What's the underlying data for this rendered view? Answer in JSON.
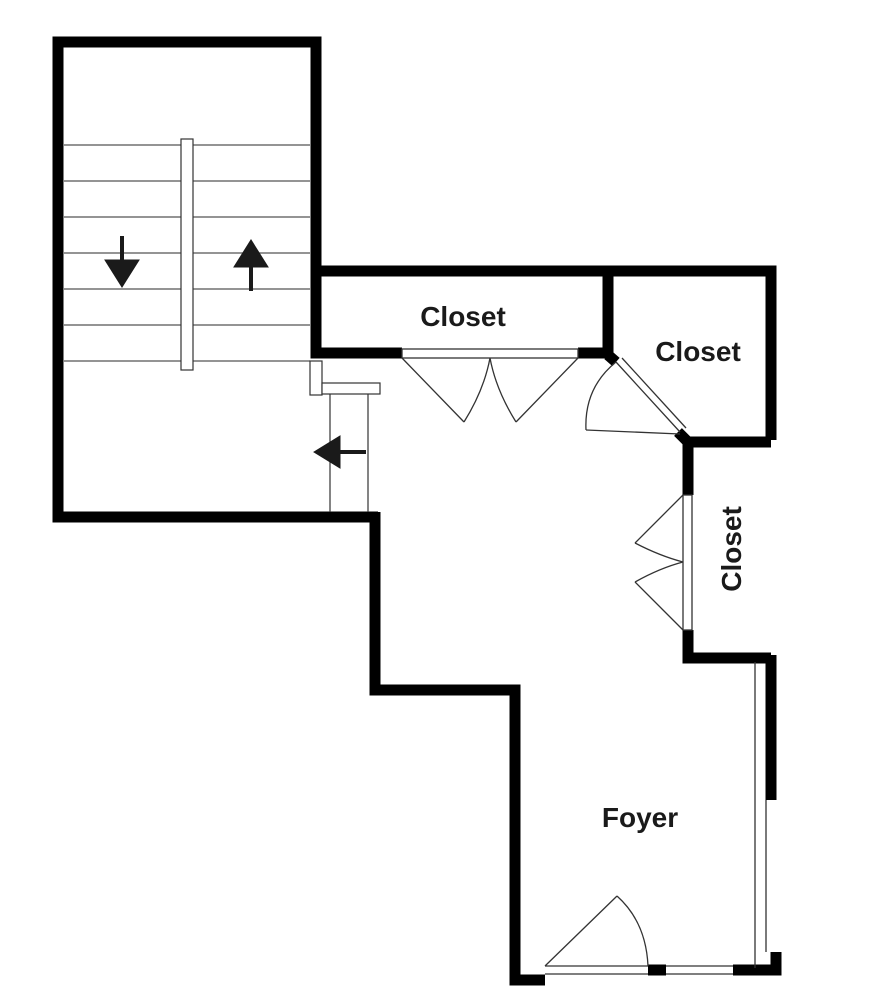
{
  "rooms": {
    "closet_top": "Closet",
    "closet_corner": "Closet",
    "closet_side": "Closet",
    "foyer": "Foyer"
  },
  "stairs": {
    "arrow_down_icon": "arrow-down",
    "arrow_up_icon": "arrow-up",
    "arrow_left_icon": "arrow-left"
  },
  "colors": {
    "wall": "#000000",
    "line": "#333333",
    "background": "#ffffff"
  }
}
